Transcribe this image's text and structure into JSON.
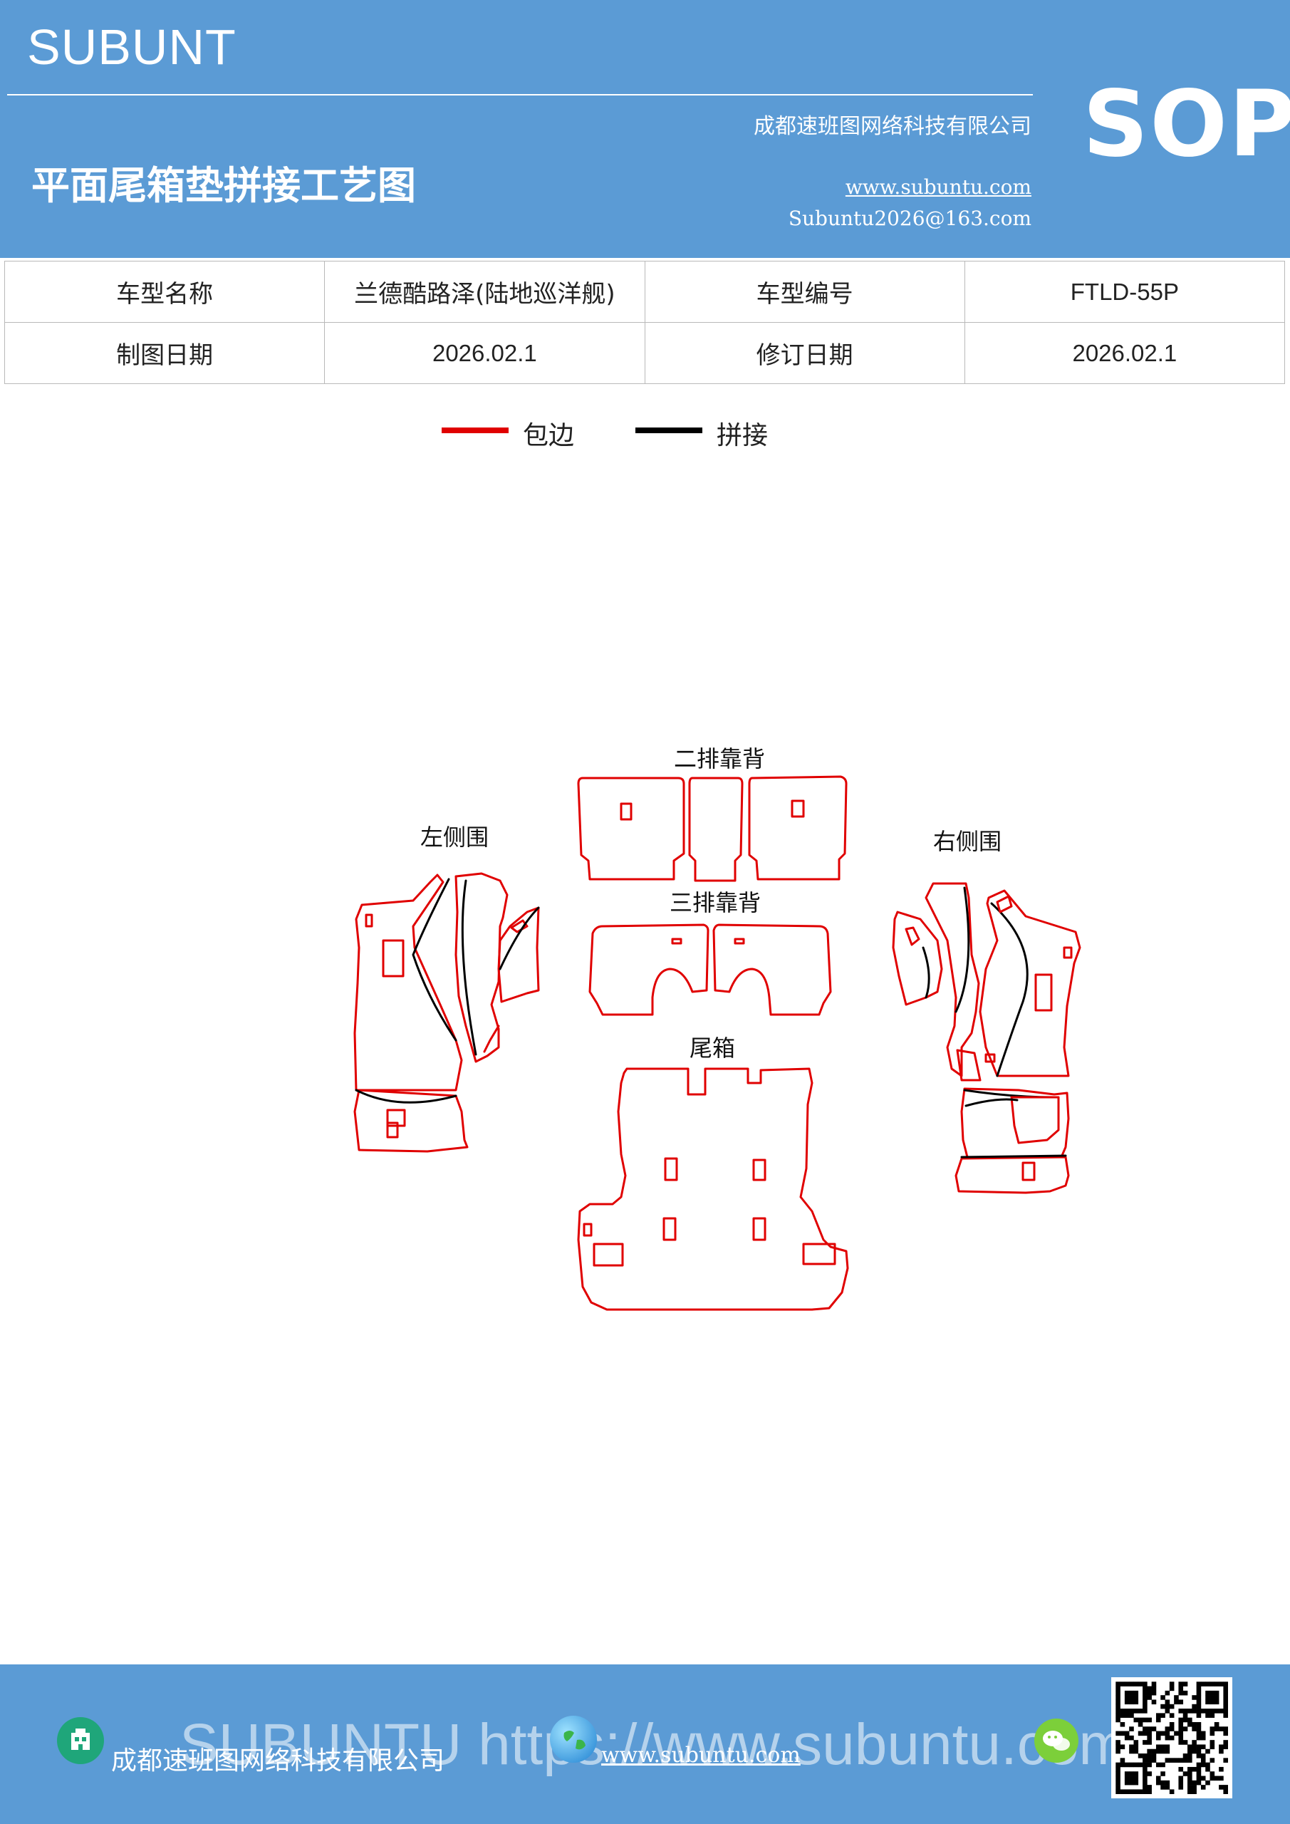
{
  "header": {
    "brand": "SUBUNT",
    "title": "平面尾箱垫拼接工艺图",
    "company": "成都速班图网络科技有限公司",
    "website": "www.subuntu.com",
    "email": "Subuntu2026@163.com",
    "sop": "SOP",
    "color": "#5b9bd5"
  },
  "info_table": {
    "rows": [
      [
        "车型名称",
        "兰德酷路泽(陆地巡洋舰)",
        "车型编号",
        "FTLD-55P"
      ],
      [
        "制图日期",
        "2026.02.1",
        "修订日期",
        "2026.02.1"
      ]
    ]
  },
  "legend": {
    "items": [
      {
        "label": "包边",
        "color": "#e00000"
      },
      {
        "label": "拼接",
        "color": "#000000"
      }
    ]
  },
  "parts": {
    "second_row_back": "二排靠背",
    "left_side": "左侧围",
    "right_side": "右侧围",
    "third_row_back": "三排靠背",
    "trunk": "尾箱"
  },
  "footer": {
    "watermark": "SUBUNTU https://www.subuntu.com",
    "company": "成都速班图网络科技有限公司",
    "website": "www.subuntu.com",
    "icons": [
      "building-icon",
      "globe-icon",
      "wechat-icon",
      "qr-code"
    ]
  }
}
